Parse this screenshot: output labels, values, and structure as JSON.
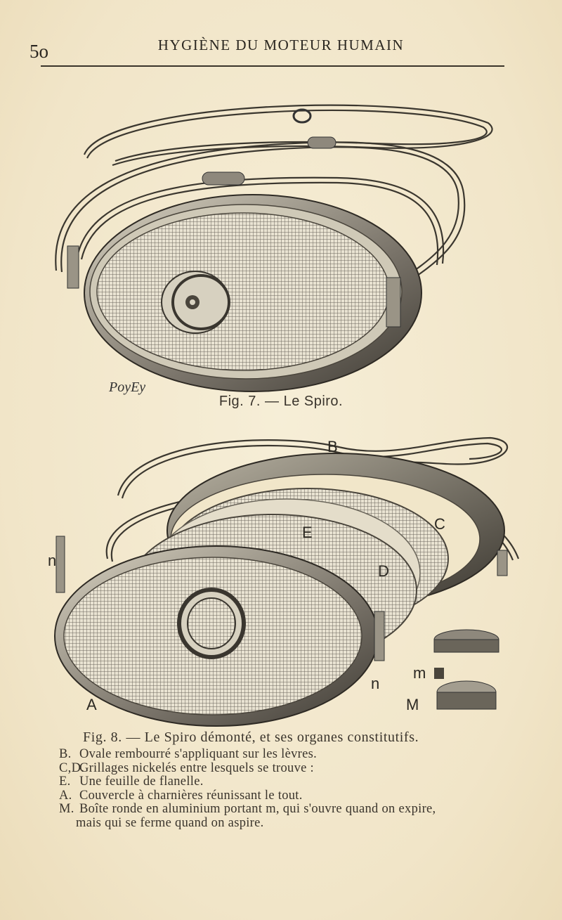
{
  "header": {
    "page_number": "5o",
    "running_head": "HYGIÈNE DU MOTEUR HUMAIN"
  },
  "figure7": {
    "caption": "Fig. 7. — Le Spiro.",
    "signature": "PoyEy"
  },
  "figure8": {
    "caption": "Fig. 8. — Le Spiro démonté, et ses organes constitutifs.",
    "labels": {
      "B": "B",
      "C": "C",
      "E": "E",
      "D": "D",
      "A": "A",
      "n_left": "n",
      "n_right": "n",
      "m": "m",
      "M": "M"
    }
  },
  "legend": [
    {
      "key": "B.",
      "text": "Ovale rembourré s'appliquant sur les lèvres."
    },
    {
      "key": "C,D.",
      "text": "Grillages nickelés entre lesquels se trouve :"
    },
    {
      "key": "E.",
      "text": "Une feuille de flanelle."
    },
    {
      "key": "A.",
      "text": "Couvercle à charnières réunissant le tout."
    },
    {
      "key": "M.",
      "text": "Boîte ronde en aluminium portant m, qui s'ouvre quand on expire,"
    }
  ],
  "legend_continuation": "mais qui se ferme quand on aspire.",
  "colors": {
    "paper": "#f3e9cf",
    "ink": "#2a2620"
  }
}
